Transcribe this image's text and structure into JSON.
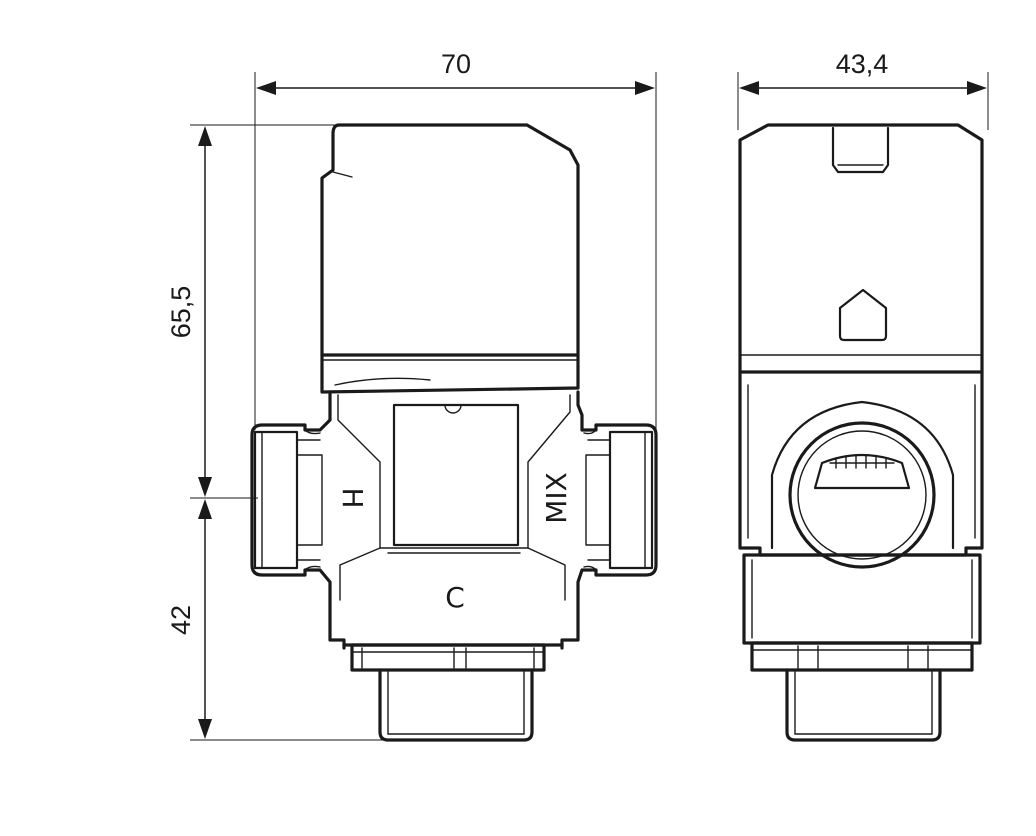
{
  "dimensions": {
    "width_front": "70",
    "width_side": "43,4",
    "height_upper": "65,5",
    "height_lower": "42"
  },
  "port_labels": {
    "hot": "H",
    "mix": "MIX",
    "cold": "C"
  },
  "colors": {
    "line": "#1a1a1a",
    "background": "#ffffff"
  }
}
